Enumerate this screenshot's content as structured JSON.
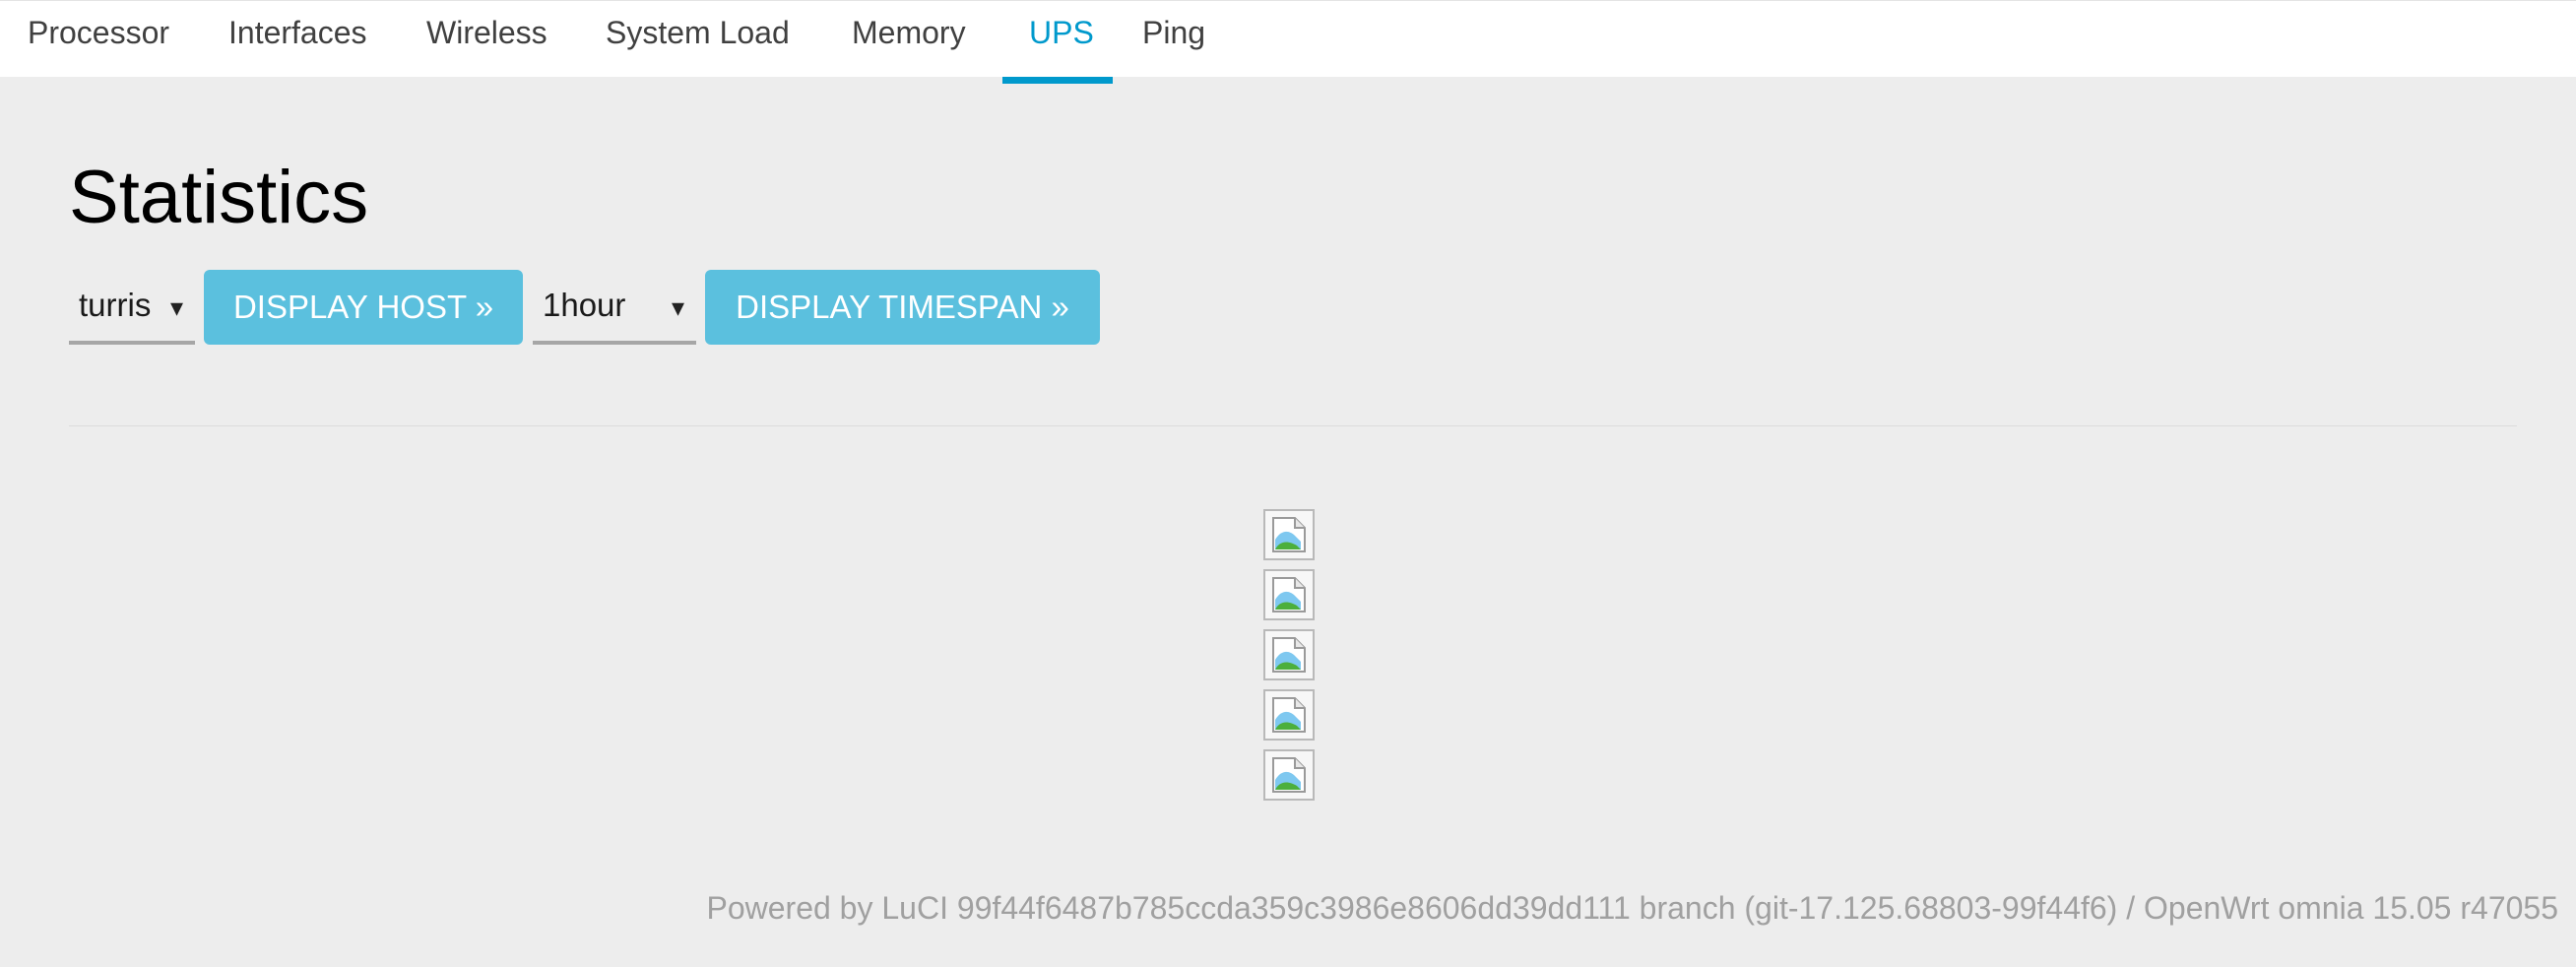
{
  "tabs": [
    {
      "label": "Processor",
      "active": false
    },
    {
      "label": "Interfaces",
      "active": false
    },
    {
      "label": "Wireless",
      "active": false
    },
    {
      "label": "System Load",
      "active": false
    },
    {
      "label": "Memory",
      "active": false
    },
    {
      "label": "UPS",
      "active": true
    },
    {
      "label": "Ping",
      "active": false
    }
  ],
  "page": {
    "title": "Statistics"
  },
  "controls": {
    "host_select_value": "turris",
    "host_button_label": "DISPLAY HOST »",
    "timespan_select_value": "1hour",
    "timespan_button_label": "DISPLAY TIMESPAN »",
    "caret_symbol": "▾"
  },
  "graphs": {
    "count": 5,
    "icon": "broken-image-icon"
  },
  "footer": {
    "text": "Powered by LuCI 99f44f6487b785ccda359c3986e8606dd39dd111 branch (git-17.125.68803-99f44f6) / OpenWrt omnia 15.05 r47055"
  },
  "colors": {
    "accent": "#0099cc",
    "button": "#5bc0de",
    "background": "#ededed"
  }
}
